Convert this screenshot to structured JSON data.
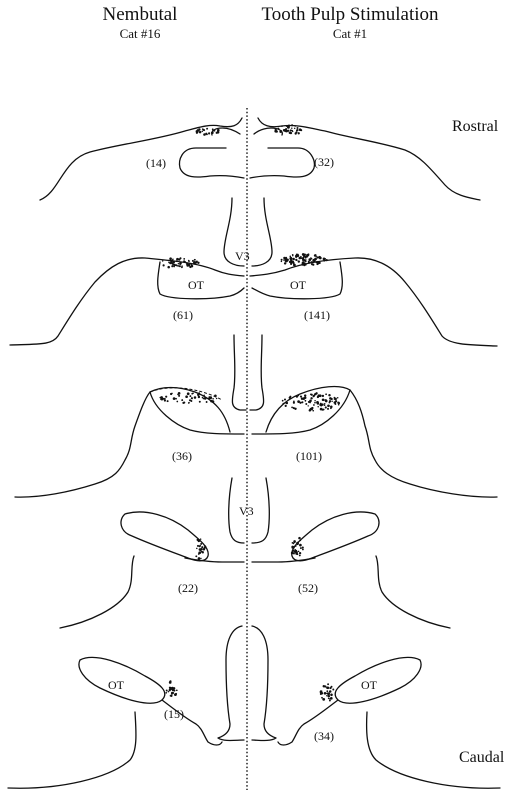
{
  "header": {
    "left_title": "Nembutal",
    "left_subtitle": "Cat #16",
    "right_title": "Tooth Pulp Stimulation",
    "right_subtitle": "Cat #1"
  },
  "orientation": {
    "top": "Rostral",
    "bottom": "Caudal"
  },
  "sections": [
    {
      "left_count": "(14)",
      "right_count": "(32)"
    },
    {
      "left_count": "(61)",
      "right_count": "(141)",
      "ventricle_label": "V3",
      "left_structure": "OT",
      "right_structure": "OT"
    },
    {
      "left_count": "(36)",
      "right_count": "(101)"
    },
    {
      "left_count": "(22)",
      "right_count": "(52)",
      "ventricle_label": "V3"
    },
    {
      "left_count": "(15)",
      "right_count": "(34)",
      "left_structure": "OT",
      "right_structure": "OT"
    }
  ]
}
